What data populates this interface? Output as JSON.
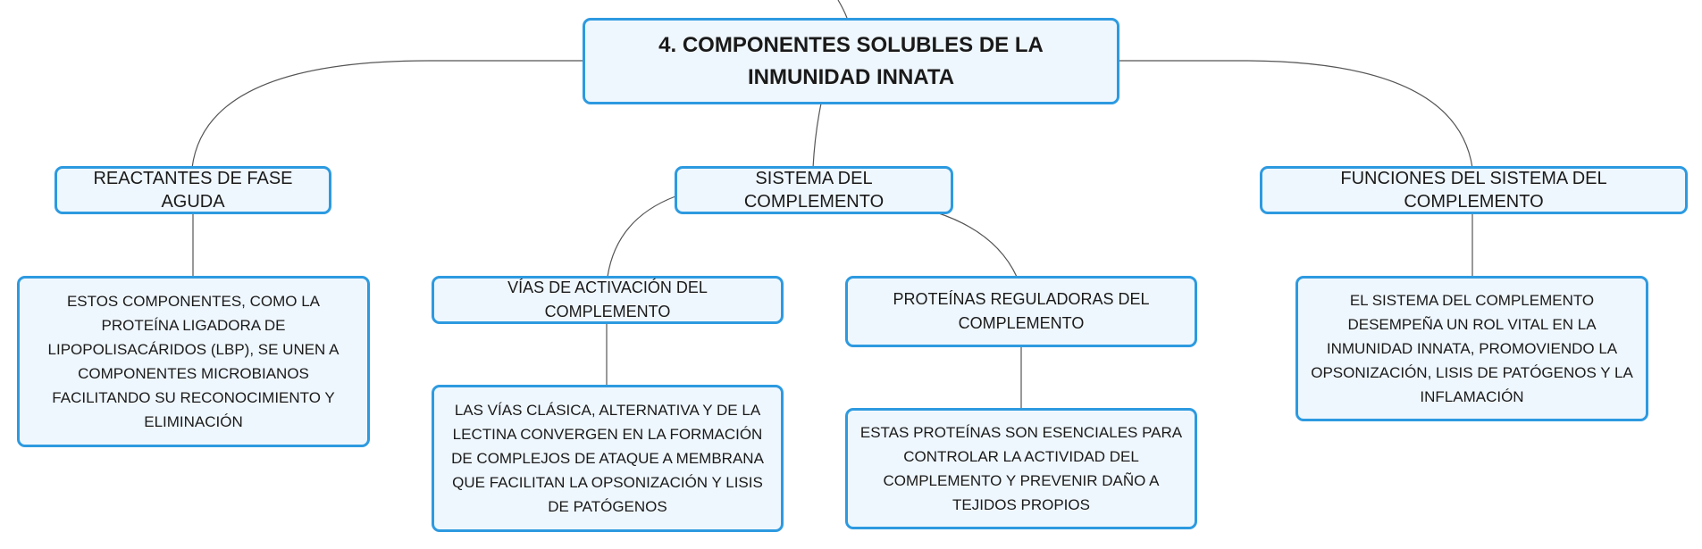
{
  "diagram": {
    "root": {
      "label": "4. COMPONENTES SOLUBLES DE LA INMUNIDAD INNATA"
    },
    "branches": {
      "reactantes": {
        "label": "REACTANTES DE FASE AGUDA",
        "detail": "ESTOS COMPONENTES, COMO LA PROTEÍNA LIGADORA DE LIPOPOLISACÁRIDOS (LBP), SE UNEN A COMPONENTES MICROBIANOS FACILITANDO SU RECONOCIMIENTO Y ELIMINACIÓN"
      },
      "complemento": {
        "label": "SISTEMA DEL COMPLEMENTO",
        "vias": {
          "label": "VÍAS DE ACTIVACIÓN DEL COMPLEMENTO",
          "detail": "LAS VÍAS CLÁSICA, ALTERNATIVA Y DE LA LECTINA CONVERGEN EN LA FORMACIÓN DE COMPLEJOS DE ATAQUE A MEMBRANA QUE FACILITAN LA OPSONIZACIÓN Y LISIS DE PATÓGENOS"
        },
        "proteinas": {
          "label": "PROTEÍNAS REGULADORAS DEL COMPLEMENTO",
          "detail": "ESTAS PROTEÍNAS SON ESENCIALES PARA CONTROLAR LA ACTIVIDAD DEL COMPLEMENTO Y PREVENIR DAÑO A TEJIDOS PROPIOS"
        }
      },
      "funciones": {
        "label": "FUNCIONES DEL SISTEMA DEL COMPLEMENTO",
        "detail": "EL SISTEMA DEL COMPLEMENTO DESEMPEÑA UN ROL VITAL EN LA INMUNIDAD INNATA, PROMOVIENDO LA OPSONIZACIÓN, LISIS DE PATÓGENOS Y LA INFLAMACIÓN"
      }
    }
  },
  "colors": {
    "node_border": "#2d9ae0",
    "node_fill": "#eff7fe",
    "connector": "#555555",
    "text": "#1a1a1a"
  }
}
